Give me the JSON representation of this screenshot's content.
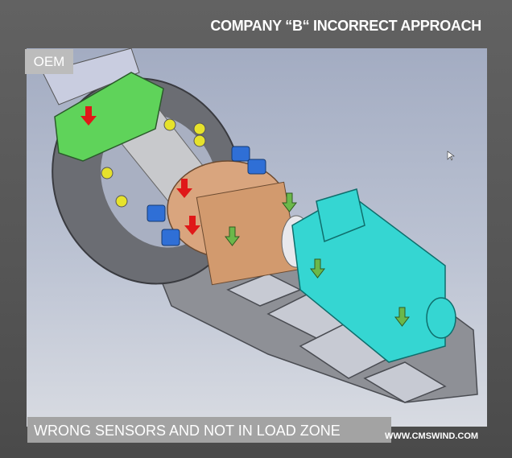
{
  "slide": {
    "title": "COMPANY “B“ INCORRECT APPROACH",
    "oem_label": "OEM",
    "caption": "WRONG SENSORS AND NOT IN LOAD ZONE",
    "website": "WWW.CMSWIND.COM"
  },
  "colors": {
    "clamp": "#5fd35a",
    "gearbox": "#d9a57e",
    "motor": "#35d6d2",
    "sensor_blue": "#2f6fd6",
    "arrow_red": "#e01818",
    "arrow_green": "#5aa540"
  }
}
